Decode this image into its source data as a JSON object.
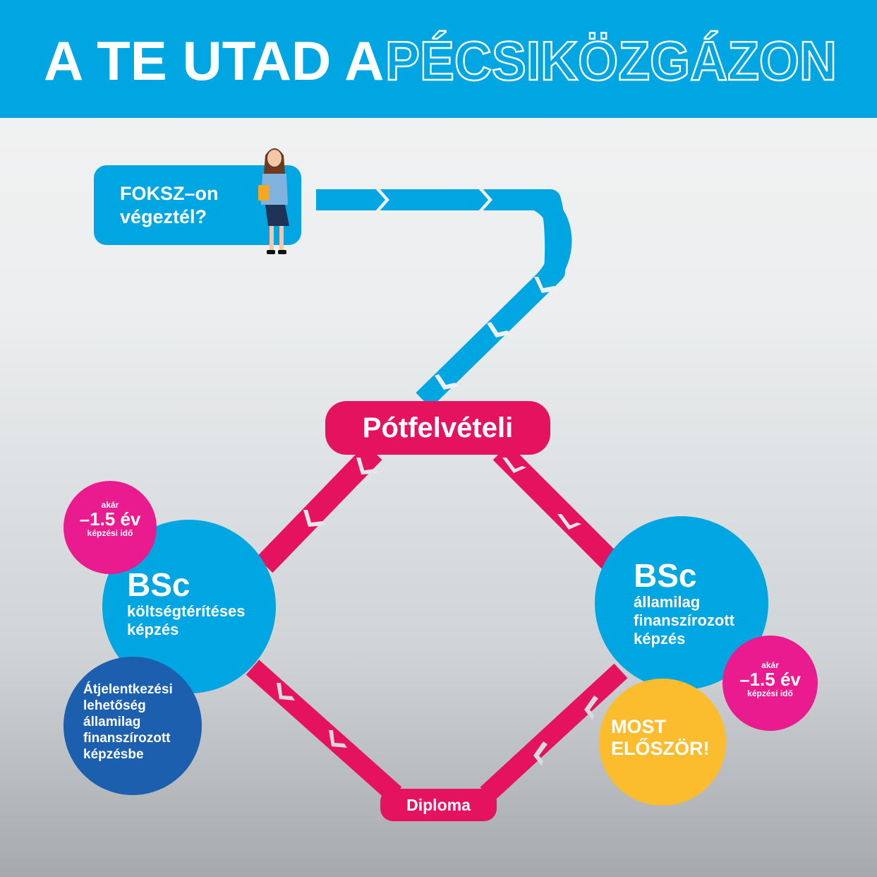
{
  "header": {
    "title_solid": "A TE UTAD A",
    "title_outline": "PÉCSIKÖZGÁZON"
  },
  "start": {
    "lines": [
      "FOKSZ–on",
      "végeztél?"
    ]
  },
  "nodes": {
    "potfelveteli": "Pótfelvételi",
    "diploma": "Diploma"
  },
  "left_program": {
    "title": "BSc",
    "lines": [
      "költségtérítéses",
      "képzés"
    ]
  },
  "right_program": {
    "title": "BSc",
    "lines": [
      "államilag",
      "finanszírozott",
      "képzés"
    ]
  },
  "transfer": {
    "lines": [
      "Átjelentkezési",
      "lehetőség",
      "államilag",
      "finanszírozott",
      "képzésbe"
    ]
  },
  "badge_left": {
    "top": "akár",
    "value": "–1.5 év",
    "bottom": "képzési idő"
  },
  "badge_right": {
    "top": "akár",
    "value": "–1.5 év",
    "bottom": "képzési idő"
  },
  "new_badge": {
    "lines": [
      "MOST",
      "ELŐSZÖR!"
    ]
  },
  "colors": {
    "header_blue": "#00a6e1",
    "path_blue": "#00a6e1",
    "path_pink": "#e5135e",
    "navy": "#1d5faf",
    "yellow": "#fbbd2d",
    "magenta": "#ea1b8e"
  }
}
